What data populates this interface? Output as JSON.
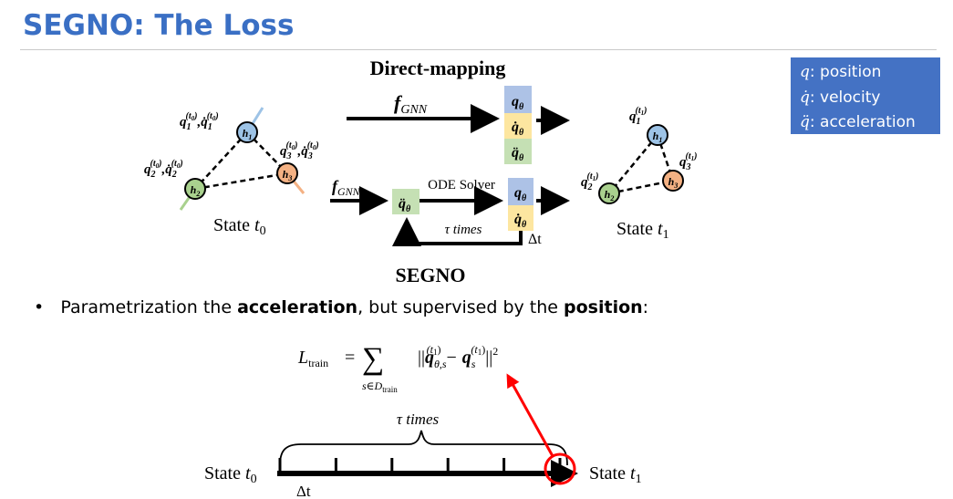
{
  "title": "SEGNO: The Loss",
  "legend": [
    {
      "symbol": "q",
      "dots": 0,
      "label": "position"
    },
    {
      "symbol": "q",
      "dots": 1,
      "label": "velocity"
    },
    {
      "symbol": "q",
      "dots": 2,
      "label": "acceleration"
    }
  ],
  "legend_sep": ":",
  "colors": {
    "title": "#3a6fc4",
    "legend_bg": "#4472c4",
    "node_blue": "#9dc3e6",
    "node_orange": "#f4b183",
    "node_green": "#a9d18e",
    "box_blue": "#adc2e6",
    "box_yellow": "#fde6a0",
    "box_green": "#c5e0b4",
    "highlight": "#ff0000"
  },
  "direct_mapping": {
    "label": "Direct-mapping",
    "f_main": "f",
    "f_sub": "GNN",
    "outputs": [
      "q",
      "q",
      "q"
    ],
    "output_sub": "θ"
  },
  "segno": {
    "label": "SEGNO",
    "f_main": "f",
    "f_sub": "GNN",
    "accel_box": "q",
    "accel_sub": "θ",
    "solver_label": "ODE Solver",
    "outputs": [
      "q",
      "q"
    ],
    "loop_label": "τ times",
    "delta_t": "Δt"
  },
  "state_left": {
    "label_prefix": "State ",
    "var": "t",
    "var_sub": "0",
    "nodes": [
      {
        "h": "h",
        "sub": "1"
      },
      {
        "h": "h",
        "sub": "2"
      },
      {
        "h": "h",
        "sub": "3"
      }
    ],
    "node_labels": [
      {
        "q": "q",
        "index": "1",
        "time": "(t",
        "time_sub": "0",
        "close": ")",
        "sep": ","
      },
      {
        "q": "q",
        "index": "2",
        "time": "(t",
        "time_sub": "0",
        "close": ")",
        "sep": ","
      },
      {
        "q": "q",
        "index": "3",
        "time": "(t",
        "time_sub": "0",
        "close": ")",
        "sep": ","
      }
    ]
  },
  "state_right": {
    "label_prefix": "State ",
    "var": "t",
    "var_sub": "1",
    "nodes": [
      {
        "h": "h",
        "sub": "1"
      },
      {
        "h": "h",
        "sub": "2"
      },
      {
        "h": "h",
        "sub": "3"
      }
    ],
    "node_labels": [
      {
        "q": "q",
        "index": "1",
        "time": "(t",
        "time_sub": "1",
        "close": ")"
      },
      {
        "q": "q",
        "index": "2",
        "time": "(t",
        "time_sub": "1",
        "close": ")"
      },
      {
        "q": "q",
        "index": "3",
        "time": "(t",
        "time_sub": "1",
        "close": ")"
      }
    ]
  },
  "bullet": {
    "marker": "•",
    "part1": "Parametrization the ",
    "bold1": "acceleration",
    "part2": ",  but supervised by the ",
    "bold2": "position",
    "part3": ":"
  },
  "formula": {
    "lhs": "L",
    "lhs_sub": "train",
    "equals": "=",
    "sum": "∑",
    "sum_sub": "s∈D",
    "sum_sub_train": "train",
    "open": "||",
    "q1": "q",
    "q1_sub": "θ,s",
    "q1_sup": "(t",
    "q1_sup_sub": "1",
    "q1_sup_close": ")",
    "minus": "−",
    "q2": "q",
    "q2_sub": "s",
    "q2_sup": "(t",
    "q2_sup_sub": "1",
    "q2_sup_close": ")",
    "close": "||",
    "power": "2"
  },
  "timeline": {
    "tau_label": "τ times",
    "left_prefix": "State ",
    "left_var": "t",
    "left_sub": "0",
    "right_prefix": "State ",
    "right_var": "t",
    "right_sub": "1",
    "delta_t": "Δt",
    "segments": 5
  }
}
